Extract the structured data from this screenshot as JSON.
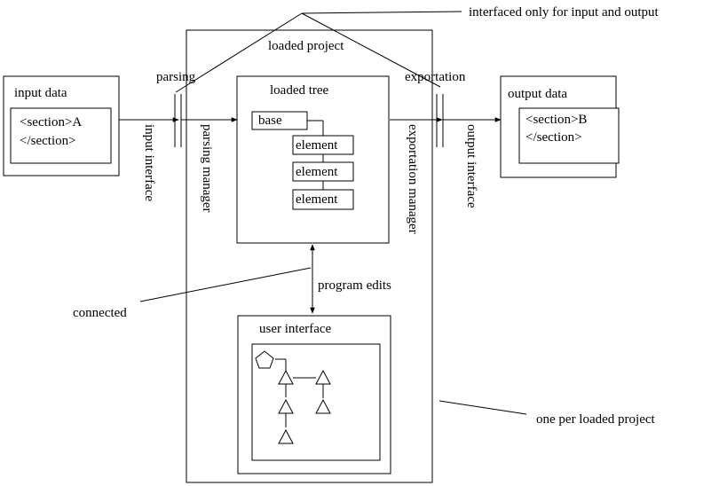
{
  "annotations": {
    "interfaced": "interfaced only for input and output",
    "connected": "connected",
    "one_per": "one per loaded project",
    "program_edits": "program edits"
  },
  "input": {
    "title": "input data",
    "line1": "<section>A",
    "line2": "</section>",
    "interface_label": "input interface",
    "stage_label": "parsing"
  },
  "project": {
    "title": "loaded project",
    "parsing_manager": "parsing manager",
    "exportation_manager": "exportation manager"
  },
  "tree": {
    "title": "loaded tree",
    "base": "base",
    "elements": [
      "element",
      "element",
      "element"
    ]
  },
  "output": {
    "title": "output data",
    "line1": "<section>B",
    "line2": "</section>",
    "interface_label": "output interface",
    "stage_label": "exportation"
  },
  "ui": {
    "title": "user interface"
  }
}
